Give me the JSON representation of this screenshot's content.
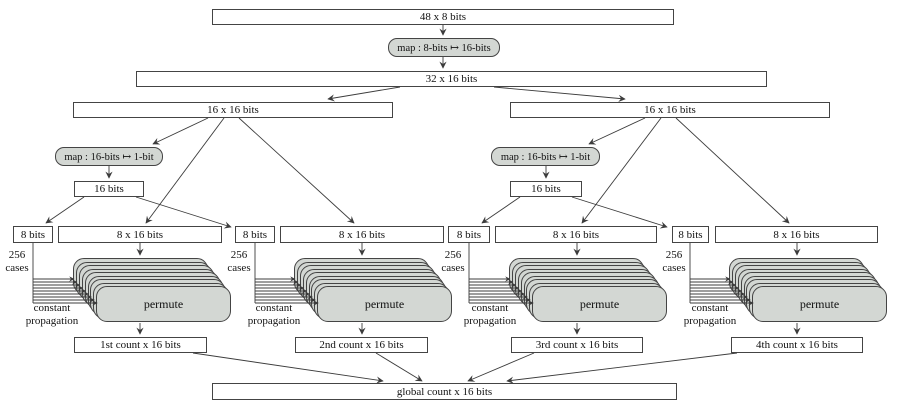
{
  "figure": {
    "top_box": "48 x 8 bits",
    "map_8_to_16": "map : 8-bits ↦ 16-bits",
    "merged_box": "32 x 16 bits",
    "left_branch": {
      "half_box": "16 x 16 bits",
      "map_16_to_1": "map : 16-bits ↦ 1-bit",
      "bits16": "16 bits"
    },
    "right_branch": {
      "half_box": "16 x 16 bits",
      "map_16_to_1": "map : 16-bits ↦ 1-bit",
      "bits16": "16 bits"
    },
    "groups": [
      {
        "bits8": "8 bits",
        "lanes": "8 x 16 bits",
        "cases_top": "256",
        "cases_bottom": "cases",
        "const_top": "constant",
        "const_bottom": "propagation",
        "permute": "permute",
        "count": "1st count x 16 bits"
      },
      {
        "bits8": "8 bits",
        "lanes": "8 x 16 bits",
        "cases_top": "256",
        "cases_bottom": "cases",
        "const_top": "constant",
        "const_bottom": "propagation",
        "permute": "permute",
        "count": "2nd count x 16 bits"
      },
      {
        "bits8": "8 bits",
        "lanes": "8 x 16 bits",
        "cases_top": "256",
        "cases_bottom": "cases",
        "const_top": "constant",
        "const_bottom": "propagation",
        "permute": "permute",
        "count": "3rd count x 16 bits"
      },
      {
        "bits8": "8 bits",
        "lanes": "8 x 16 bits",
        "cases_top": "256",
        "cases_bottom": "cases",
        "const_top": "constant",
        "const_bottom": "propagation",
        "permute": "permute",
        "count": "4th count x 16 bits"
      }
    ],
    "global_box": "global count x 16 bits"
  },
  "colors": {
    "fill_gray": "#d3d7d3",
    "border": "#444444",
    "line": "#3c3c3c",
    "background": "#ffffff",
    "text": "#111111"
  }
}
